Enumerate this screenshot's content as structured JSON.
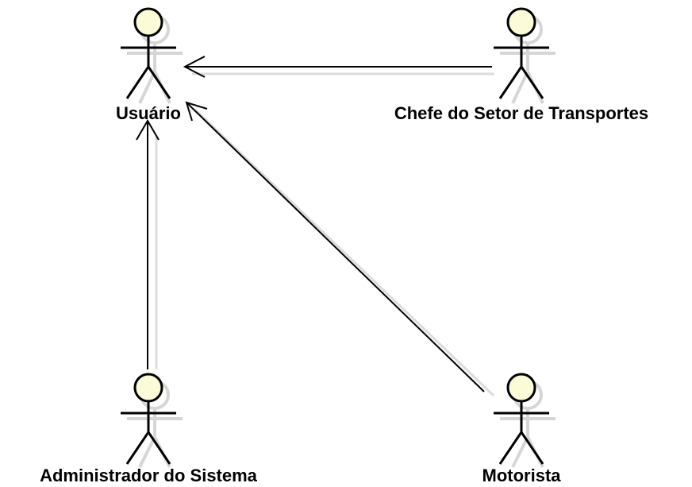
{
  "diagram": {
    "type": "uml-use-case-actors",
    "actors": [
      {
        "id": "usuario",
        "label": "Usuário"
      },
      {
        "id": "chefe",
        "label": "Chefe do Setor de Transportes"
      },
      {
        "id": "admin",
        "label": "Administrador do Sistema"
      },
      {
        "id": "motorista",
        "label": "Motorista"
      }
    ],
    "generalizations": [
      {
        "from": "chefe",
        "to": "usuario"
      },
      {
        "from": "admin",
        "to": "usuario"
      },
      {
        "from": "motorista",
        "to": "usuario"
      }
    ],
    "colors": {
      "head_fill": "#fbfbd8",
      "stroke": "#000000",
      "shadow": "#d9d9d9"
    }
  }
}
